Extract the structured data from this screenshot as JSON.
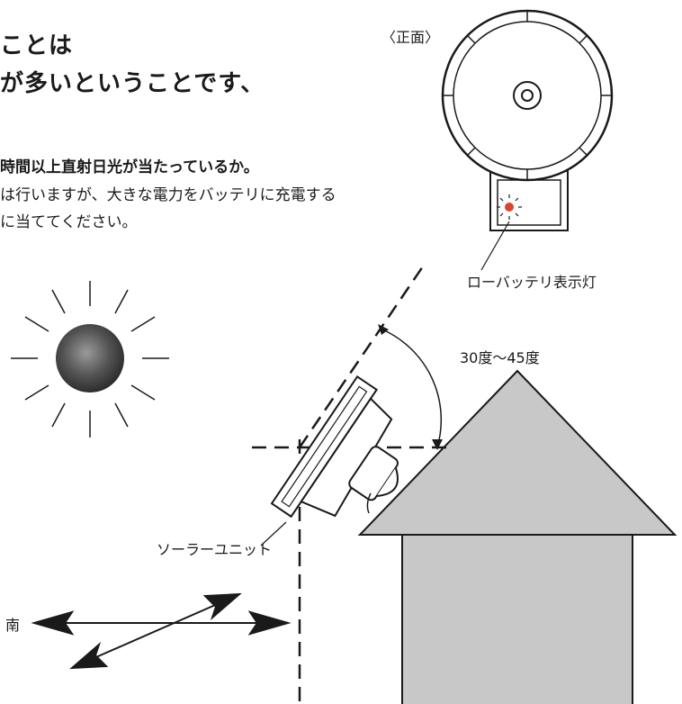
{
  "heading": {
    "line1": "ことは",
    "line2": "が多いということです、"
  },
  "subheading": "時間以上直射日光が当たっているか。",
  "body": {
    "line1": "は行いますが、大きな電力をバッテリに充電する",
    "line2": "に当ててください。"
  },
  "labels": {
    "front_view": "〈正面〉",
    "low_battery_lamp": "ローバッテリ表示灯",
    "angle": "30度〜45度",
    "solar_unit": "ソーラーユニット",
    "south": "南"
  },
  "colors": {
    "house_fill": "#c8c8c8",
    "sun_dark": "#3a3a3a",
    "line": "#1a1a1a",
    "indicator": "#d9452b"
  }
}
